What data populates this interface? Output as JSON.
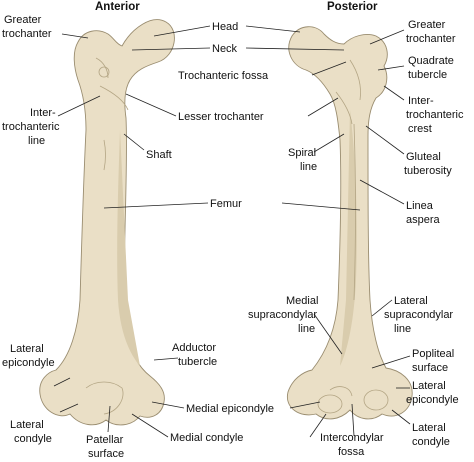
{
  "titles": {
    "anterior": "Anterior",
    "posterior": "Posterior"
  },
  "labels": {
    "greater_trochanter_a": [
      "Greater",
      "trochanter"
    ],
    "head": "Head",
    "neck": "Neck",
    "greater_trochanter_p": [
      "Greater",
      "trochanter"
    ],
    "trochanteric_fossa": "Trochanteric fossa",
    "quadrate_tubercle": [
      "Quadrate",
      "tubercle"
    ],
    "intertrochanteric_line": [
      "Inter-",
      "trochanteric",
      "line"
    ],
    "lesser_trochanter": "Lesser trochanter",
    "intertrochanteric_crest": [
      "Inter-",
      "trochanteric",
      "crest"
    ],
    "shaft": "Shaft",
    "spiral_line": [
      "Spiral",
      "line"
    ],
    "gluteal_tuberosity": [
      "Gluteal",
      "tuberosity"
    ],
    "femur": "Femur",
    "linea_aspera": [
      "Linea",
      "aspera"
    ],
    "medial_supracondylar_line": [
      "Medial",
      "supracondylar",
      "line"
    ],
    "lateral_supracondylar_line": [
      "Lateral",
      "supracondylar",
      "line"
    ],
    "lateral_epicondyle_a": [
      "Lateral",
      "epicondyle"
    ],
    "adductor_tubercle": [
      "Adductor",
      "tubercle"
    ],
    "popliteal_surface": [
      "Popliteal",
      "surface"
    ],
    "lateral_epicondyle_p": [
      "Lateral",
      "epicondyle"
    ],
    "medial_epicondyle": "Medial epicondyle",
    "lateral_condyle_a": [
      "Lateral",
      "condyle"
    ],
    "patellar_surface": [
      "Patellar",
      "surface"
    ],
    "medial_condyle": "Medial condyle",
    "intercondylar_fossa": [
      "Intercondylar",
      "fossa"
    ],
    "lateral_condyle_p": [
      "Lateral",
      "condyle"
    ]
  },
  "colors": {
    "bone": "#eadfc6",
    "bone_outline": "#9a8d70",
    "leader_line": "#222222"
  }
}
